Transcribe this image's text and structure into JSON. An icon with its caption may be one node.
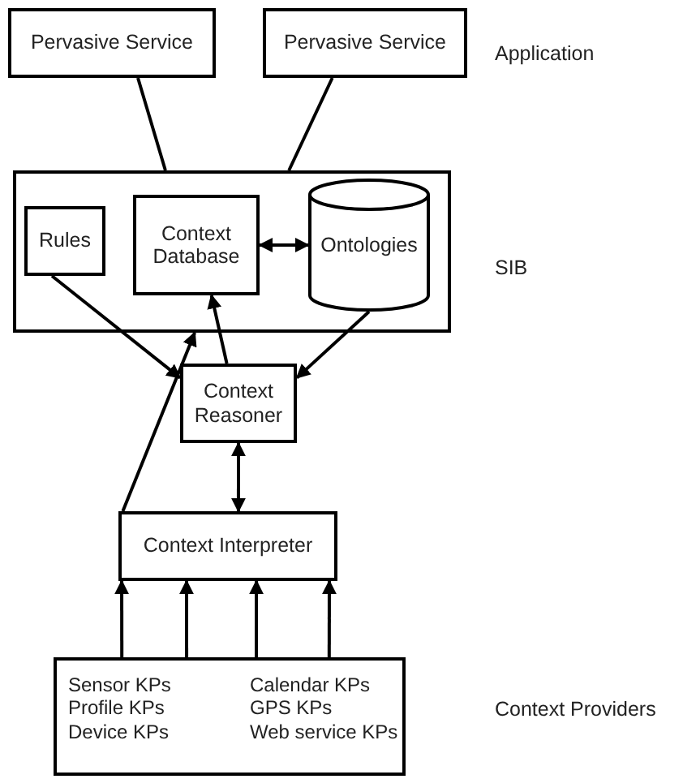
{
  "diagram": {
    "nodes": [
      {
        "text": [
          "Pervasive Service"
        ]
      },
      {
        "text": [
          "Pervasive Service"
        ]
      },
      {
        "text": [],
        "shape": "box"
      },
      {
        "text": [
          "Rules"
        ],
        "in": 2
      },
      {
        "text": [
          "Context Database"
        ],
        "in": 2
      },
      {
        "text": [
          "Ontologies"
        ],
        "in": 2
      },
      {
        "text": [
          "Context Reasoner"
        ]
      },
      {
        "text": [
          "Context Interpreter"
        ]
      },
      {
        "text": [
          "Sensor KPs",
          "Profile KPs",
          "Device KPs",
          "Calendar KPs",
          "GPS KPs",
          "Web service KPs"
        ]
      }
    ],
    "edges": [
      {
        "from": 0,
        "to": 2,
        "arrow": "none"
      },
      {
        "from": 1,
        "to": 2,
        "arrow": "none"
      },
      {
        "from": 4,
        "to": 5,
        "arrow": "both"
      },
      {
        "from": 3,
        "to": 6,
        "arrow": "to"
      },
      {
        "from": 5,
        "to": 6,
        "arrow": "to"
      },
      {
        "from": 6,
        "to": 4,
        "arrow": "to"
      },
      {
        "from": 7,
        "to": 2,
        "arrow": "to"
      },
      {
        "from": 6,
        "to": 7,
        "arrow": "both"
      },
      {
        "from": 8,
        "to": 7,
        "arrow": "to"
      },
      {
        "from": 8,
        "to": 7,
        "arrow": "to"
      },
      {
        "from": 8,
        "to": 7,
        "arrow": "to"
      },
      {
        "from": 8,
        "to": 7,
        "arrow": "to"
      }
    ],
    "labels": [
      "Application",
      "SIB",
      "Context Providers"
    ]
  }
}
